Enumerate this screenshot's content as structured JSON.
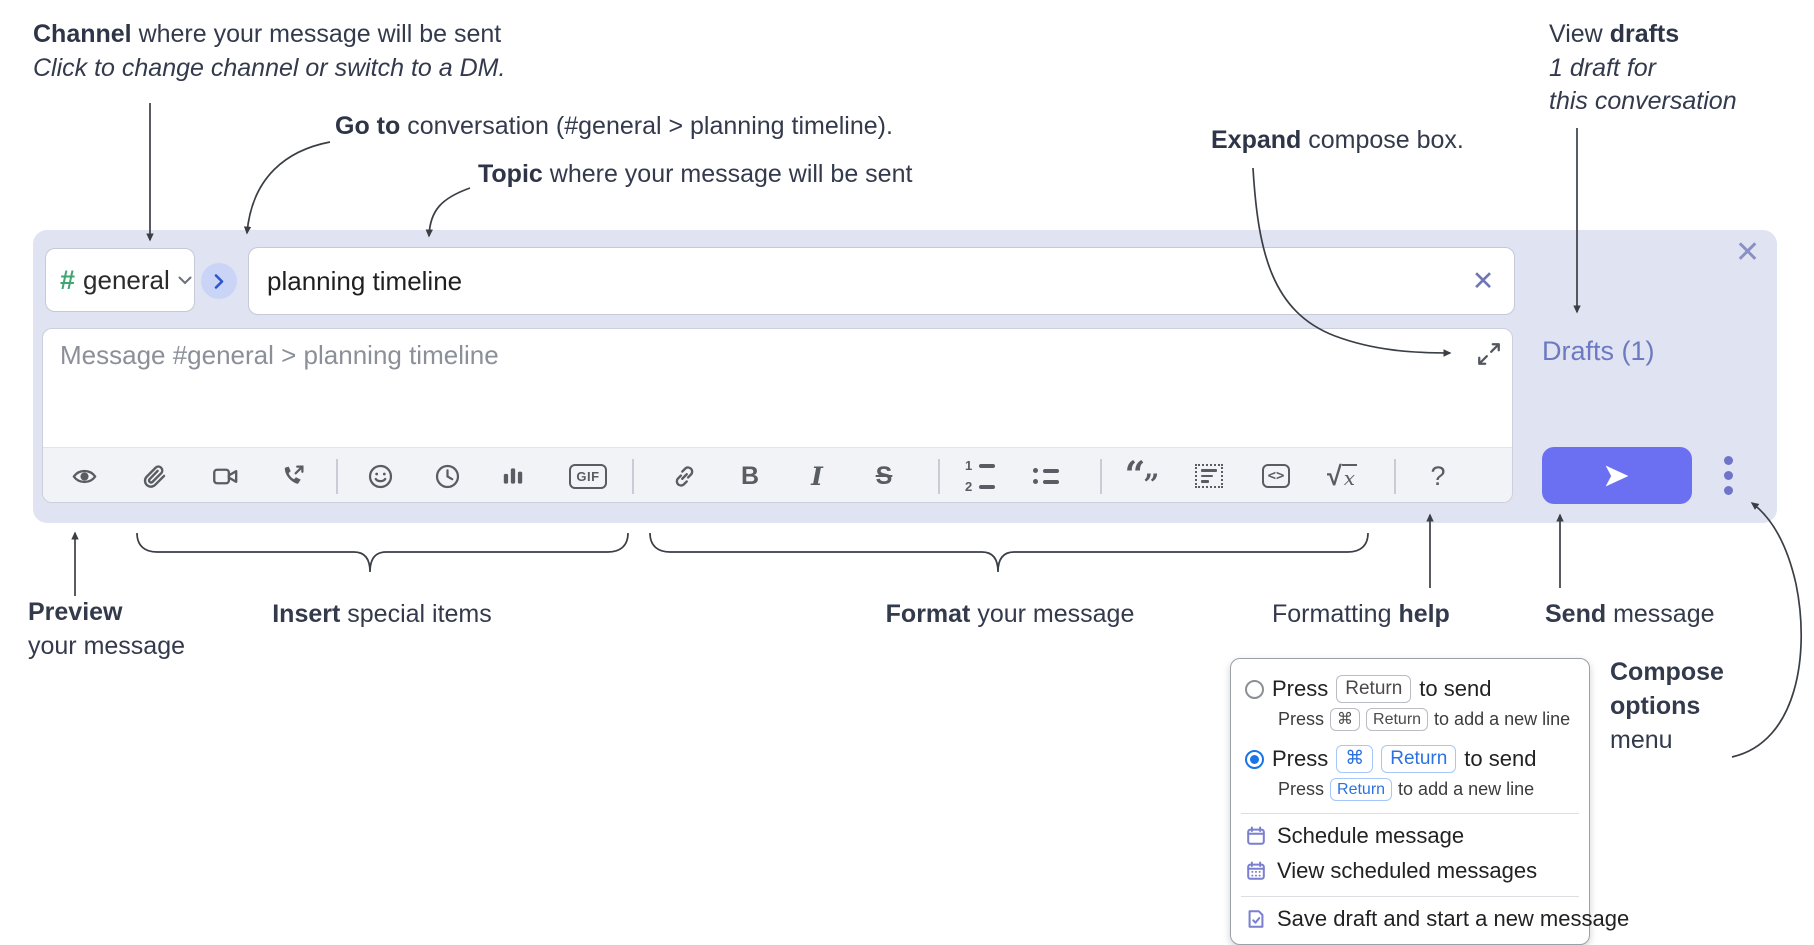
{
  "annotations": {
    "channel": {
      "bold": "Channel",
      "rest": " where your message will be sent",
      "sub": "Click to change channel or switch to a DM."
    },
    "goto": {
      "bold": "Go to",
      "rest": " conversation (#general > planning timeline)."
    },
    "topic": {
      "bold": "Topic",
      "rest": " where your message will be sent"
    },
    "expand": {
      "bold": "Expand",
      "rest": " compose box."
    },
    "drafts": {
      "pre": "View ",
      "bold": "drafts",
      "sub1": "1 draft for",
      "sub2": "this conversation"
    },
    "preview": {
      "bold": "Preview",
      "rest": "your message"
    },
    "insert": {
      "bold": "Insert",
      "rest": " special items"
    },
    "format": {
      "bold": "Format",
      "rest": " your message"
    },
    "fmt_help": {
      "pre": "Formatting ",
      "bold": "help"
    },
    "send": {
      "bold": "Send",
      "rest": " message"
    },
    "compose_options": {
      "line1": "Compose",
      "line2": "options",
      "line3": "menu"
    }
  },
  "compose": {
    "channel_hash": "#",
    "channel_name": "general",
    "goto_arrow": "›",
    "topic_value": "planning timeline",
    "topic_clear": "✕",
    "message_placeholder": "Message #general > planning timeline",
    "drafts_link": "Drafts (1)",
    "close_x": "✕"
  },
  "toolbar": {
    "icons": [
      "preview",
      "attach-file",
      "video-call",
      "audio-call",
      "emoji",
      "time",
      "poll",
      "gif",
      "link",
      "bold",
      "italic",
      "strikethrough",
      "numbered-list",
      "bulleted-list",
      "quote",
      "spoiler",
      "code",
      "math",
      "help"
    ],
    "gif_label": "GIF",
    "bold_label": "B",
    "italic_label": "I",
    "strike_label": "S",
    "code_label": "<>",
    "sqrt_label": "√",
    "sqrt_x": "x",
    "quote_open": "“",
    "quote_close": "”",
    "ol_1": "1",
    "ol_2": "2",
    "help_label": "?"
  },
  "menu": {
    "opt1": {
      "press": "Press",
      "key": "Return",
      "after": "to send"
    },
    "opt1_sub": {
      "press": "Press",
      "key1": "⌘",
      "key2": "Return",
      "after": "to add a new line"
    },
    "opt2": {
      "press": "Press",
      "key1": "⌘",
      "key2": "Return",
      "after": "to send"
    },
    "opt2_sub": {
      "press": "Press",
      "key": "Return",
      "after": "to add a new line"
    },
    "items": [
      "Schedule message",
      "View scheduled messages",
      "Save draft and start a new message"
    ]
  },
  "colors": {
    "compose_bg": "#e0e3f2",
    "send_button": "#6b6ff2",
    "drafts_link": "#6d79c0",
    "channel_hash_green": "#3fa66f",
    "goto_circle_bg": "#c9d4f7",
    "goto_arrow_blue": "#2e57cc",
    "toolbar_icon": "#595d63",
    "radio_selected_blue": "#1a73e8",
    "key_blue_text": "#2b72e0",
    "menu_icon_purple": "#7a7fd0",
    "annotation_text": "#333a4c"
  }
}
